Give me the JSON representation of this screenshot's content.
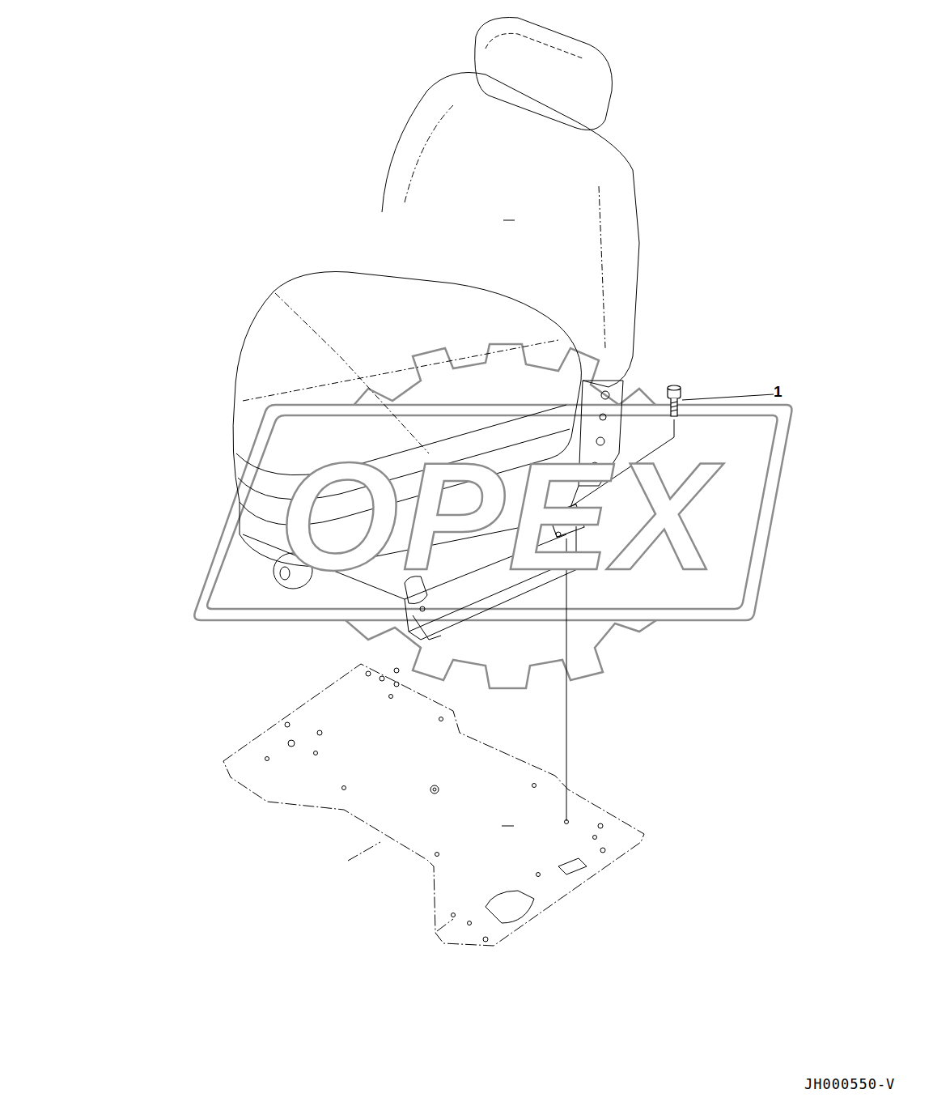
{
  "diagram": {
    "labels": [
      "1",
      "OPEX",
      "JH000550-V"
    ]
  }
}
